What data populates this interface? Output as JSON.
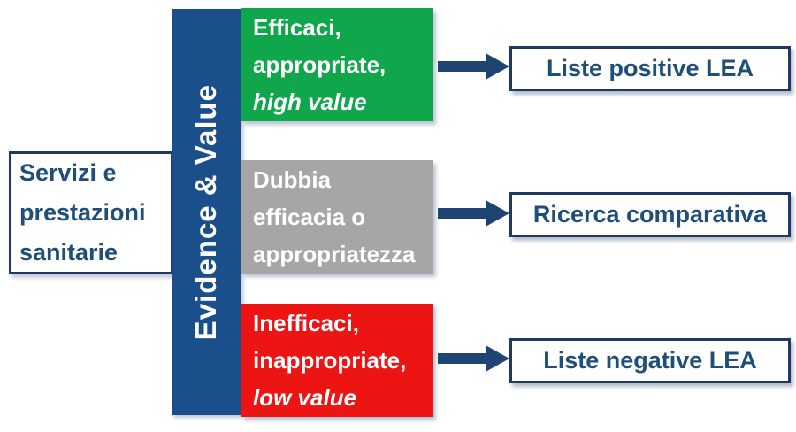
{
  "colors": {
    "navy": "#1F3864",
    "text_blue": "#1F4E79",
    "bar_blue": "#1B4F8C",
    "arrow_navy": "#1F4373",
    "green": "#0FA64C",
    "gray": "#A6A6A6",
    "red": "#ED1414"
  },
  "source_box": {
    "lines": [
      "Servizi e",
      "prestazioni",
      "sanitarie"
    ]
  },
  "bar": {
    "label": "Evidence & Value"
  },
  "icons": {
    "arrow": "right-arrow"
  },
  "rows": [
    {
      "category": {
        "color": "#0FA64C",
        "lines": [
          "Efficaci,",
          "appropriate,",
          "high value"
        ],
        "italic_line_index": 2
      },
      "outcome": {
        "label": "Liste positive LEA"
      }
    },
    {
      "category": {
        "color": "#A6A6A6",
        "lines": [
          "Dubbia",
          "efficacia o",
          "appropriatezza"
        ],
        "italic_line_index": null
      },
      "outcome": {
        "label": "Ricerca comparativa"
      }
    },
    {
      "category": {
        "color": "#ED1414",
        "lines": [
          "Inefficaci,",
          "inappropriate,",
          "low value"
        ],
        "italic_line_index": 2
      },
      "outcome": {
        "label": "Liste negative LEA"
      }
    }
  ]
}
